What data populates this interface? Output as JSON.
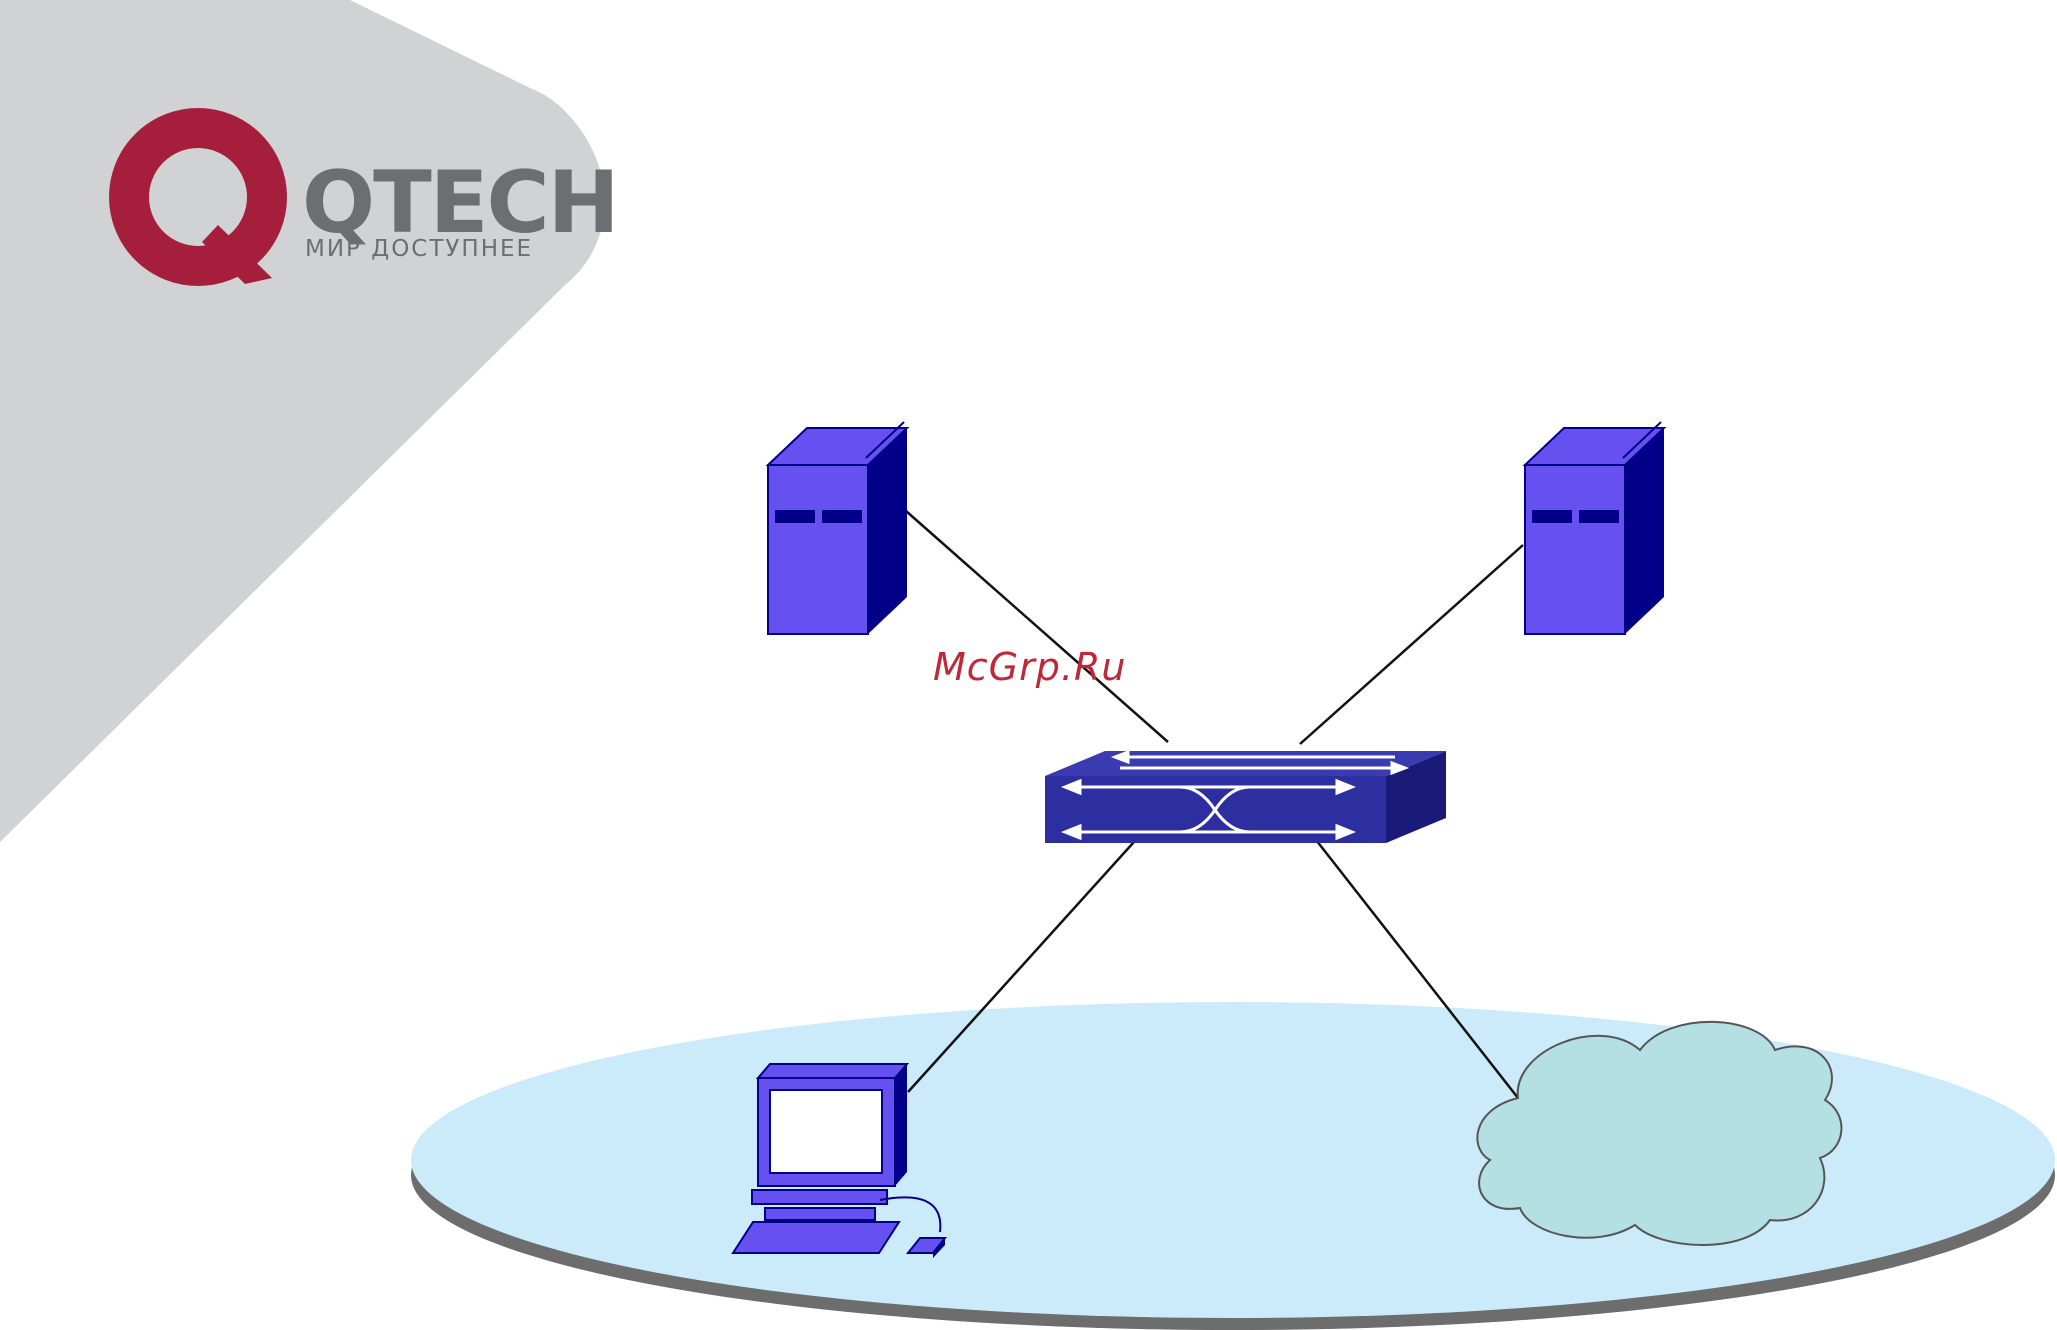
{
  "brand": {
    "name": "QTECH",
    "slogan": "МИР ДОСТУПНЕЕ"
  },
  "watermark": {
    "text": "McGrp.Ru"
  },
  "colors": {
    "brand_red": "#A51F3D",
    "brand_gray": "#6D6E71",
    "banner_gray": "#D1D2D4",
    "device_face": "#6650F0",
    "device_dark": "#020088",
    "switch_body": "#2D2EA0",
    "switch_side": "#1A1B78",
    "lan_fill": "#CCEBFA",
    "lan_shadow": "#6D6D6D",
    "cloud_fill": "#B5E0E3",
    "watermark": "#C0283A",
    "link_line": "#111111"
  },
  "diagram": {
    "devices": [
      {
        "id": "server-left",
        "kind": "server-icon"
      },
      {
        "id": "server-right",
        "kind": "server-icon"
      },
      {
        "id": "switch",
        "kind": "switch-icon"
      },
      {
        "id": "workstation",
        "kind": "pc-icon"
      },
      {
        "id": "network-cloud",
        "kind": "cloud-icon"
      }
    ],
    "links": [
      {
        "from": "server-left",
        "to": "switch"
      },
      {
        "from": "server-right",
        "to": "switch"
      },
      {
        "from": "switch",
        "to": "workstation"
      },
      {
        "from": "switch",
        "to": "network-cloud"
      }
    ]
  }
}
